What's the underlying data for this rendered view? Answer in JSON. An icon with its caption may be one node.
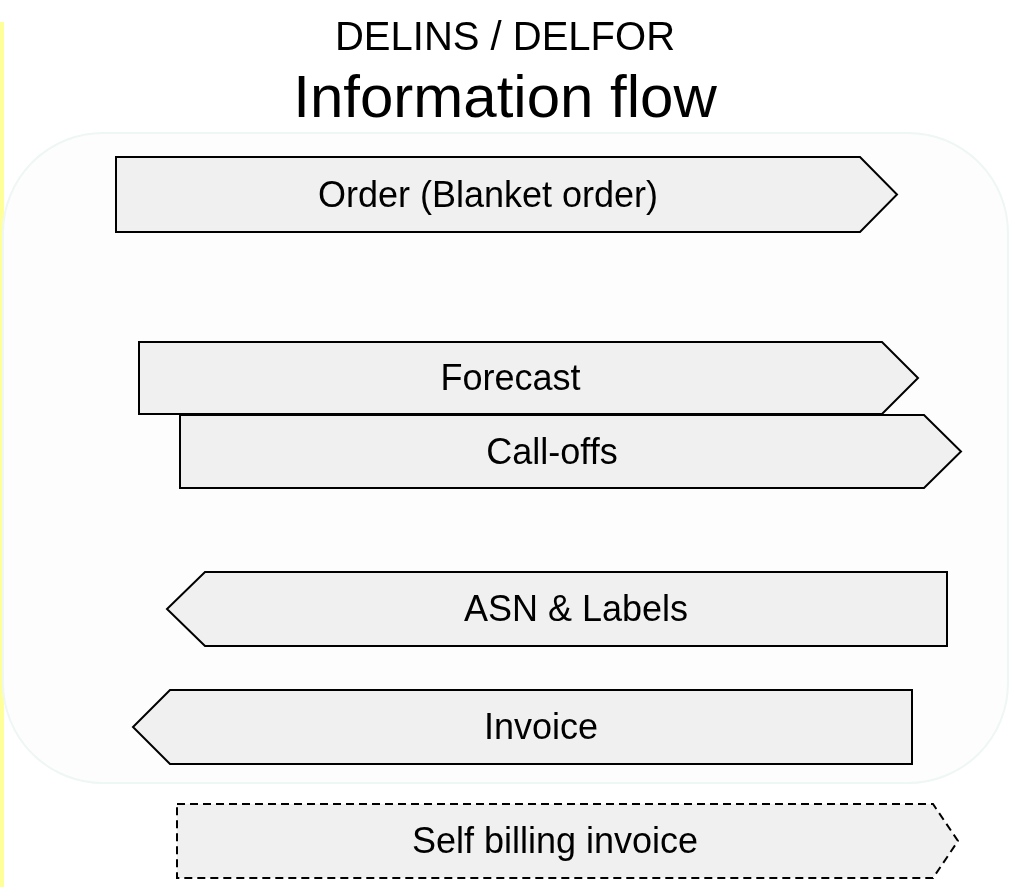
{
  "diagram": {
    "title": "DELINS / DELFOR",
    "nodes": [
      {
        "text": [],
        "shape": "box"
      },
      {
        "text": [
          "Order (Blanket order)"
        ],
        "in": 0
      },
      {
        "text": [
          "Forecast"
        ],
        "in": 0
      },
      {
        "text": [
          "Call-offs"
        ],
        "in": 0
      },
      {
        "text": [
          "ASN & Labels"
        ],
        "in": 0
      },
      {
        "text": [
          "Invoice"
        ],
        "in": 0
      },
      {
        "text": [
          "Self billing invoice"
        ]
      }
    ],
    "labels": [
      "Information flow"
    ]
  }
}
